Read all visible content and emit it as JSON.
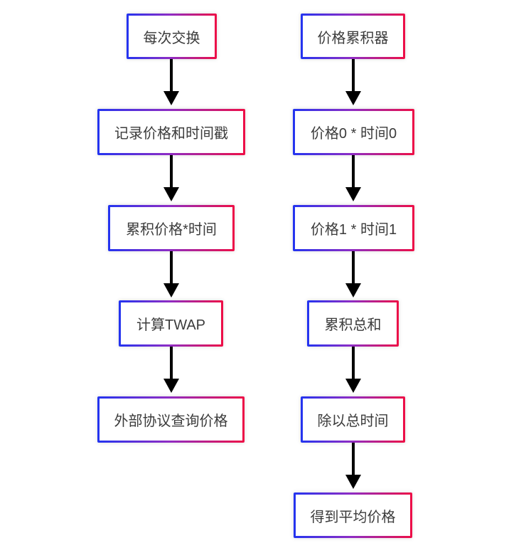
{
  "diagram": {
    "type": "flowchart",
    "background": "#ffffff",
    "node_style": {
      "fill": "#ffffff",
      "border_gradient": [
        "#2334f0",
        "#8d2cc5",
        "#ee0e46"
      ],
      "text_color": "#3b3b3b",
      "arrow_color": "#000000"
    },
    "columns": [
      {
        "id": "swap-twap-flow",
        "nodes": [
          "每次交换",
          "记录价格和时间戳",
          "累积价格*时间",
          "计算TWAP",
          "外部协议查询价格"
        ]
      },
      {
        "id": "price-accumulator-flow",
        "nodes": [
          "价格累积器",
          "价格0 * 时间0",
          "价格1 * 时间1",
          "累积总和",
          "除以总时间",
          "得到平均价格"
        ]
      }
    ]
  }
}
